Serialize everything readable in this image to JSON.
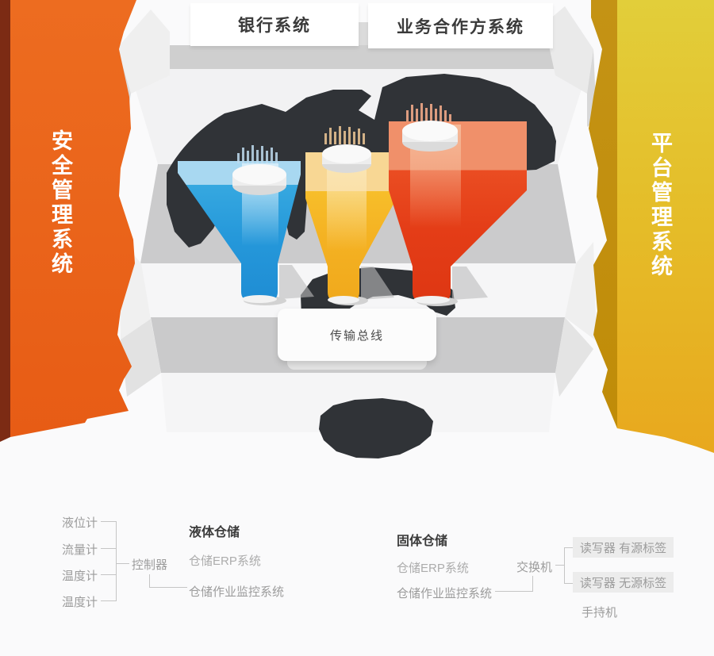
{
  "banners": {
    "left": "安全管理系统",
    "right": "平台管理系统"
  },
  "external_systems": {
    "bank": "银行系统",
    "partner": "业务合作方系统"
  },
  "bus_label": "传输总线",
  "liquid": {
    "heading": "液体仓储",
    "sensors": [
      "液位计",
      "流量计",
      "温度计",
      "温度计"
    ],
    "controller": "控制器",
    "erp": "仓储ERP系统",
    "monitor": "仓储作业监控系统"
  },
  "solid": {
    "heading": "固体仓储",
    "erp": "仓储ERP系统",
    "monitor": "仓储作业监控系统",
    "switch": "交换机",
    "reader_active": "读写器 有源标签",
    "reader_passive": "读写器 无源标签",
    "handheld": "手持机"
  },
  "colors": {
    "left_banner": "#E96218",
    "left_banner_edge": "#7C2B14",
    "right_banner": "#E5BC28",
    "right_banner_fold": "#C29110",
    "cloud": "#303337",
    "platform_gray": "#CBCBCC",
    "platform_light": "#F3F3F4",
    "funnel_blue": "#2BA1DE",
    "funnel_yellow": "#F5B928",
    "funnel_red": "#E64A1F"
  }
}
